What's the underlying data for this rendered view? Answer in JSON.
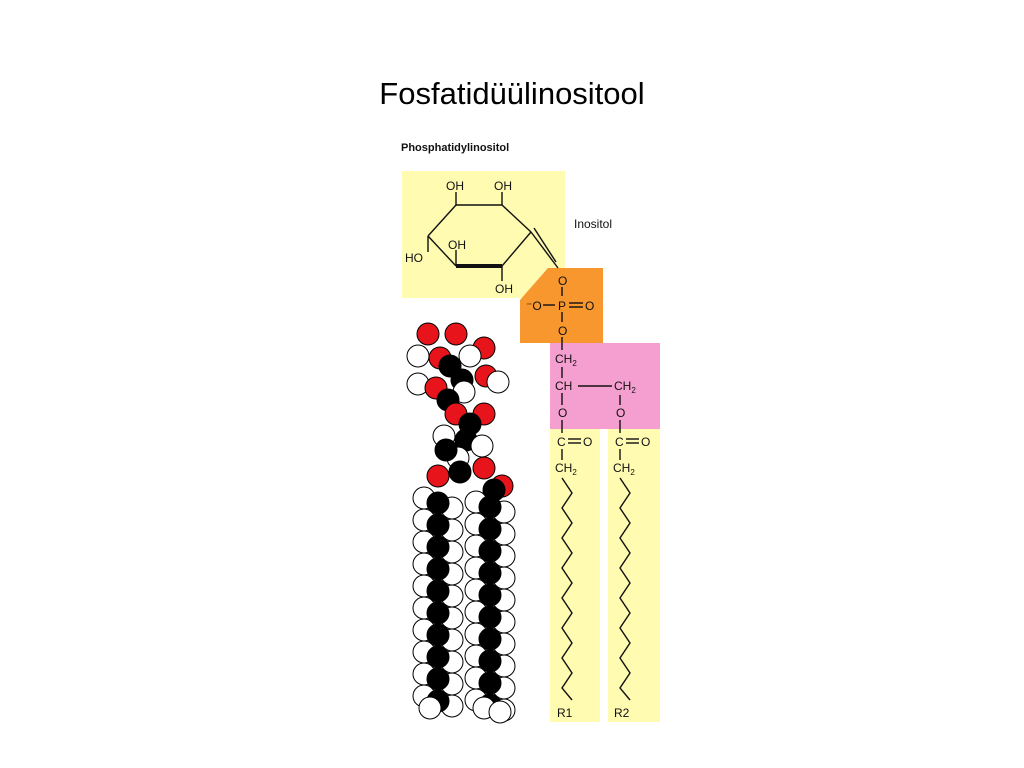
{
  "slide": {
    "title": "Fosfatidüülinositool"
  },
  "figure": {
    "caption": "Phosphatidylinositol",
    "inositol_label": "Inositol",
    "ring_groups": {
      "oh_top_left": "OH",
      "oh_top_right": "OH",
      "oh_mid": "OH",
      "ho_left": "HO",
      "oh_bottom": "OH"
    },
    "phosphate": {
      "o_top": "O",
      "o_minus": "⁻O",
      "p": "P",
      "o_double": "O",
      "o_bottom": "O"
    },
    "glycerol": {
      "ch2_top": "CH",
      "ch": "CH",
      "ch2_side": "CH",
      "o_left": "O",
      "o_right": "O",
      "sub2": "2"
    },
    "chains": {
      "left": {
        "carbonyl_c": "C",
        "carbonyl_o": "O",
        "ch2": "CH",
        "end_label": "R1"
      },
      "right": {
        "carbonyl_c": "C",
        "carbonyl_o": "O",
        "ch2": "CH",
        "end_label": "R2"
      }
    },
    "colors": {
      "inositol_bg": "#fffbb0",
      "phosphate_bg": "#f7972e",
      "glycerol_bg": "#f59fd0",
      "chain_bg": "#fffbb0",
      "oxygen_atom": "#e8141b",
      "carbon_atom": "#000000",
      "hydrogen_atom": "#ffffff"
    }
  }
}
